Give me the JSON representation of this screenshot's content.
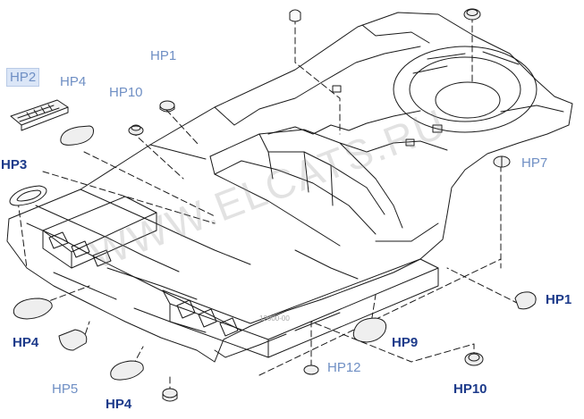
{
  "labels": {
    "hp1_top": "HP1",
    "hp2": "HP2",
    "hp4_top": "HP4",
    "hp10_top": "HP10",
    "hp3": "HP3",
    "hp7": "HP7",
    "hp1_right": "HP1",
    "hp4_left": "HP4",
    "hp9": "HP9",
    "hp5": "HP5",
    "hp12": "HP12",
    "hp4_bottom": "HP4",
    "hp10_bottom": "HP10"
  },
  "watermark": "WWW.ELCATS.RU",
  "reference_code": "12000-00",
  "colors": {
    "light_label": "#6f8fc4",
    "dark_label": "#1c3a8a",
    "highlight_bg": "#dbe6f7",
    "line": "#1a1a1a"
  }
}
